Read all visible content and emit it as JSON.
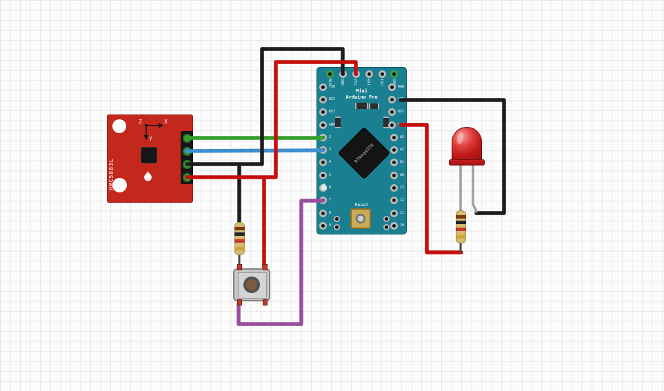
{
  "components": {
    "hmc_board": {
      "label": "HMC5883L",
      "axis": {
        "z": "Z",
        "x": "X",
        "y": "Y"
      }
    },
    "arduino": {
      "title_line1": "Mini",
      "title_line2": "Arduino Pro",
      "chip_label": "ATmega328",
      "reset_label": "Reset",
      "corner_pin_left": "BLK",
      "corner_pin_right": "GRN",
      "top_pins": [
        "GND",
        "VCC",
        "RXI",
        "TXO"
      ],
      "left_pins": [
        "TXO",
        "RXI",
        "RST",
        "GND",
        "2",
        "3",
        "4",
        "5",
        "6",
        "7",
        "8",
        "9"
      ],
      "right_pins": [
        "RAW",
        "GND",
        "RST",
        "VCC",
        "A3",
        "A2",
        "A1",
        "A0",
        "13",
        "12",
        "11",
        "10"
      ]
    },
    "led": {
      "kind": "red LED, 2 gray legs"
    },
    "resistors": {
      "count": 2,
      "band_colors": [
        "brown",
        "black",
        "red",
        "gold"
      ]
    },
    "pushbutton": {
      "kind": "4-pin tactile pushbutton, brown round cap"
    }
  },
  "wires": [
    {
      "color": "black",
      "from": "arduino top pin GND",
      "to": "HMC5883L pin 3 (loop over top), branch down to button resistor"
    },
    {
      "color": "red",
      "from": "arduino top pin VCC",
      "to": "HMC5883L pin 4 (loop over top), branch down to button top-right pin"
    },
    {
      "color": "green",
      "from": "HMC5883L pin 1",
      "to": "arduino left pin 2"
    },
    {
      "color": "blue",
      "from": "HMC5883L pin 2",
      "to": "arduino left pin 3"
    },
    {
      "color": "purple",
      "from": "arduino left pin 7",
      "to": "button bottom-left pin"
    },
    {
      "color": "black",
      "from": "arduino right pin GND",
      "to": "LED cathode leg"
    },
    {
      "color": "red",
      "from": "arduino right pin VCC",
      "to": "LED resistor bottom lead"
    }
  ],
  "colors": {
    "board_red": "#c4281c",
    "board_teal": "#1a7f90",
    "wire_black": "#1d1d1d",
    "wire_red": "#c60d0d",
    "wire_green": "#33a02c",
    "wire_blue": "#3e8ed0",
    "wire_purple": "#9a4f9e",
    "lead_gray": "#a0a0a0",
    "resistor_body": "#d7bc72",
    "pin_green": "#3da13d",
    "led_red": "#c81818",
    "button_gray": "#c6c6c6"
  }
}
